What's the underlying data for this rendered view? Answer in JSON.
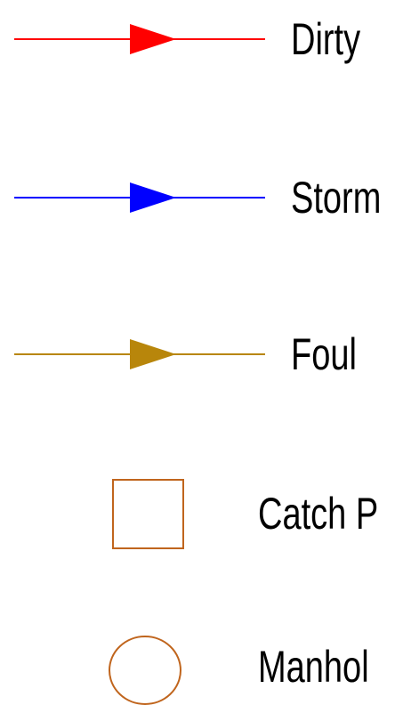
{
  "legend": {
    "items": [
      {
        "label": "Dirty",
        "symbol": "line-arrow",
        "color": "#ff0000",
        "icon": "red-flow-arrow-icon"
      },
      {
        "label": "Storm",
        "symbol": "line-arrow",
        "color": "#0000ff",
        "icon": "blue-flow-arrow-icon"
      },
      {
        "label": "Foul",
        "symbol": "line-arrow",
        "color": "#b8860b",
        "icon": "gold-flow-arrow-icon"
      },
      {
        "label": "Catch P",
        "symbol": "square",
        "color": "#c0651d",
        "icon": "square-icon"
      },
      {
        "label": "Manhol",
        "symbol": "circle",
        "color": "#c0651d",
        "icon": "circle-icon"
      }
    ]
  }
}
